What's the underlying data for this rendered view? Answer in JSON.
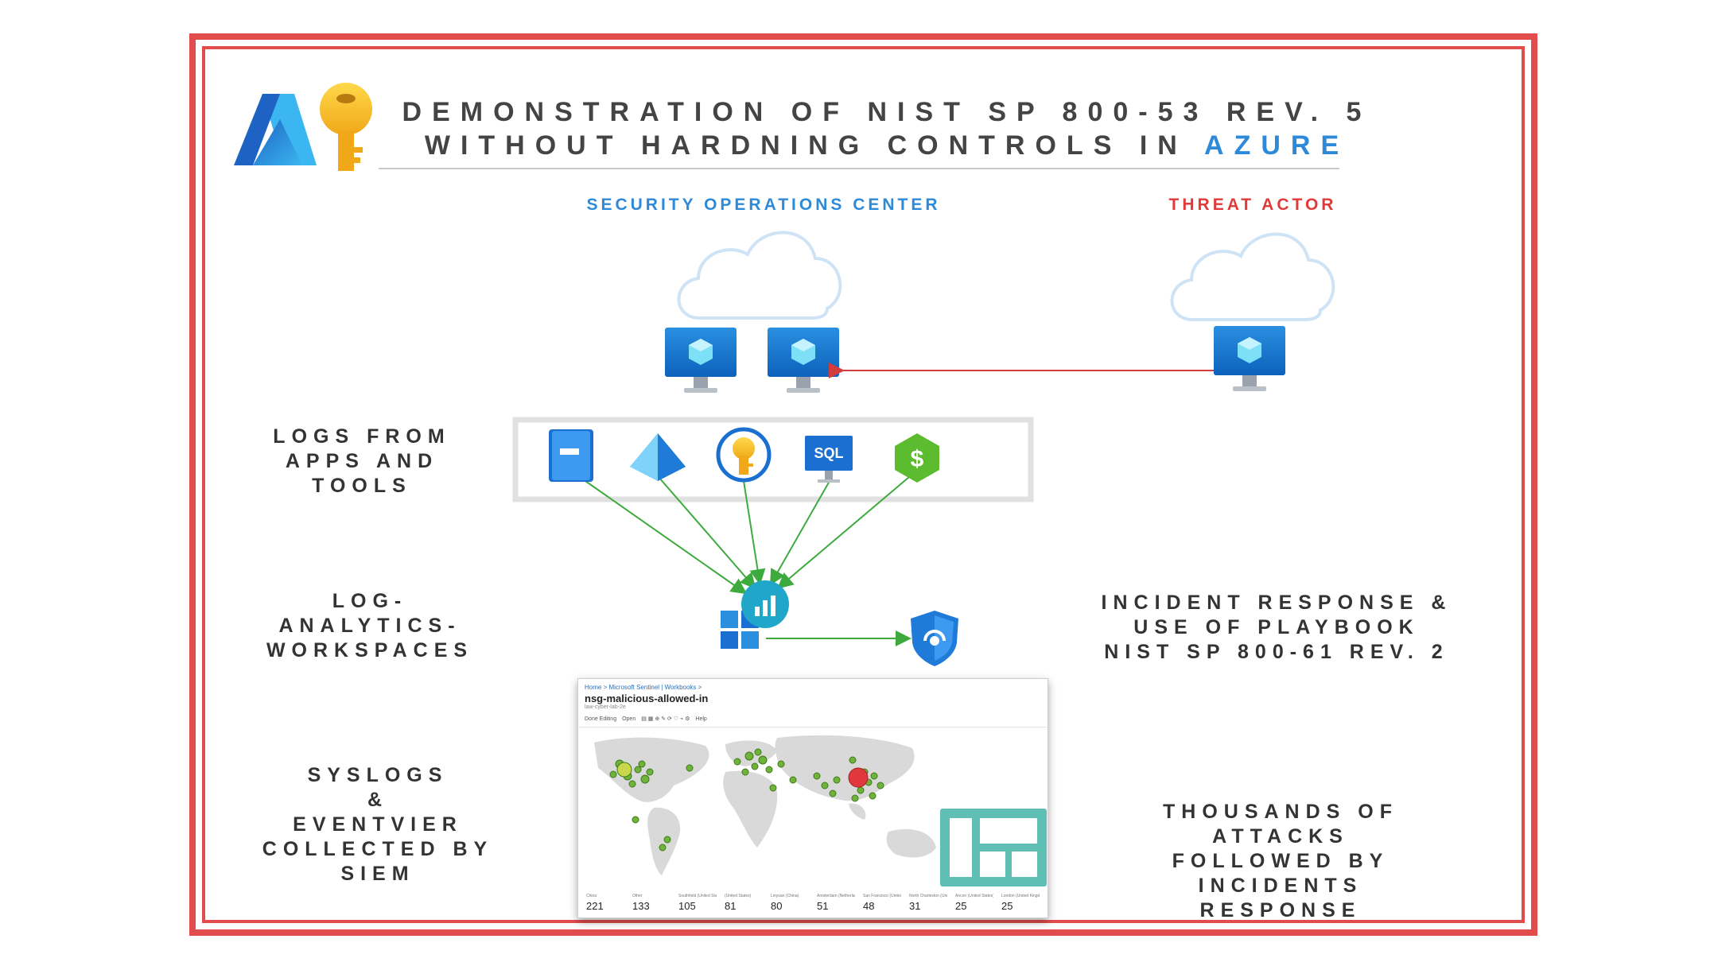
{
  "title": {
    "line1": "DEMONSTRATION OF NIST SP 800-53 REV. 5",
    "line2_prefix": "WITHOUT HARDNING CONTROLS IN",
    "line2_accent": "AZURE"
  },
  "labels": {
    "soc": "SECURITY OPERATIONS CENTER",
    "threat_actor": "THREAT ACTOR",
    "logs_from_apps_and_tools": [
      "LOGS FROM",
      "APPS AND",
      "TOOLS"
    ],
    "log_analytics_workspaces": [
      "LOG-",
      "ANALYTICS-",
      "WORKSPACES"
    ],
    "syslogs": [
      "SYSLOGS",
      "&",
      "EVENTVIER",
      "COLLECTED BY SIEM"
    ],
    "incident_response": [
      "INCIDENT RESPONSE &",
      "USE OF PLAYBOOK",
      "NIST SP 800-61 REV. 2"
    ],
    "thousands_of_attacks": [
      "THOUSANDS OF ATTACKS",
      "FOLLOWED BY INCIDENTS",
      "RESPONSE"
    ]
  },
  "colors": {
    "frame": "#e14d4d",
    "accent_blue": "#2d8ad8",
    "threat_red": "#e03a3a",
    "arrow_green": "#3daa3d",
    "attack_line": "#d23c3c"
  },
  "icons": {
    "logo": [
      "azure-logo-icon",
      "key-icon"
    ],
    "tools": [
      "storage-book-icon",
      "entra-pyramid-icon",
      "key-vault-icon",
      "sql-icon",
      "cost-icon"
    ],
    "workspace": "log-analytics-icon",
    "sentinel": "sentinel-shield-icon",
    "monitors": [
      "vm-monitor-icon",
      "vm-monitor-icon",
      "vm-monitor-icon"
    ]
  },
  "workbook": {
    "breadcrumb": "Home > Microsoft Sentinel | Workbooks >",
    "name": "nsg-malicious-allowed-in",
    "subtitle": "law-cyber-lab-2e",
    "toolbar": [
      "Done Editing",
      "Open",
      "Help"
    ],
    "stats": [
      {
        "label": "China",
        "value": "221"
      },
      {
        "label": "Other",
        "value": "133"
      },
      {
        "label": "Southfield (United States)",
        "value": "105"
      },
      {
        "label": "(United States)",
        "value": "81"
      },
      {
        "label": "Linyuan (China)",
        "value": "80"
      },
      {
        "label": "Amsterdam (Netherlands)",
        "value": "51"
      },
      {
        "label": "San Francisco (United Sta...",
        "value": "48"
      },
      {
        "label": "North Charleston (United...",
        "value": "31"
      },
      {
        "label": "Ancon (United States)",
        "value": "25"
      },
      {
        "label": "London (United Kingdom)",
        "value": "25"
      }
    ]
  }
}
